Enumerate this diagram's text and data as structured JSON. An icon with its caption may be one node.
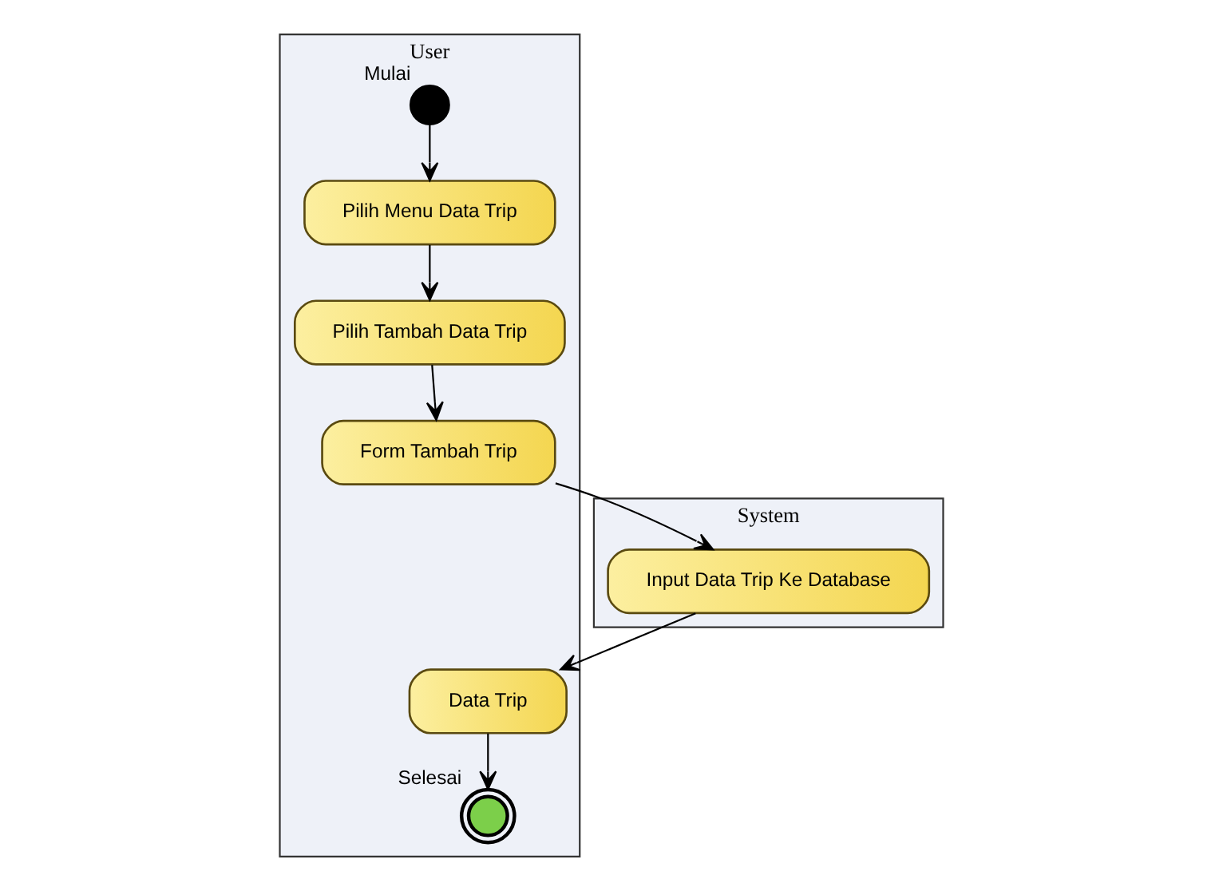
{
  "diagram": {
    "nodes": [
      {
        "text": [
          "User"
        ]
      },
      {
        "text": [
          "System"
        ]
      },
      {
        "text": [],
        "shape": "circle",
        "beside": [
          "Mulai"
        ],
        "in": 0
      },
      {
        "text": [
          "Pilih Menu Data Trip"
        ],
        "in": 0
      },
      {
        "text": [
          "Pilih Tambah Data Trip"
        ],
        "in": 0
      },
      {
        "text": [
          "Form Tambah Trip"
        ],
        "in": 0
      },
      {
        "text": [
          "Input Data Trip Ke Database"
        ],
        "in": 1
      },
      {
        "text": [
          "Data Trip"
        ],
        "in": 0
      },
      {
        "text": [],
        "shape": "circle",
        "beside": [
          "Selesai"
        ],
        "in": 0
      }
    ],
    "edges": [
      {
        "from": 2,
        "to": 3,
        "arrow": "to"
      },
      {
        "from": 3,
        "to": 4,
        "arrow": "to"
      },
      {
        "from": 4,
        "to": 5,
        "arrow": "to"
      },
      {
        "from": 5,
        "to": 6,
        "arrow": "to"
      },
      {
        "from": 6,
        "to": 7,
        "arrow": "to"
      },
      {
        "from": 7,
        "to": 8,
        "arrow": "to"
      }
    ]
  }
}
